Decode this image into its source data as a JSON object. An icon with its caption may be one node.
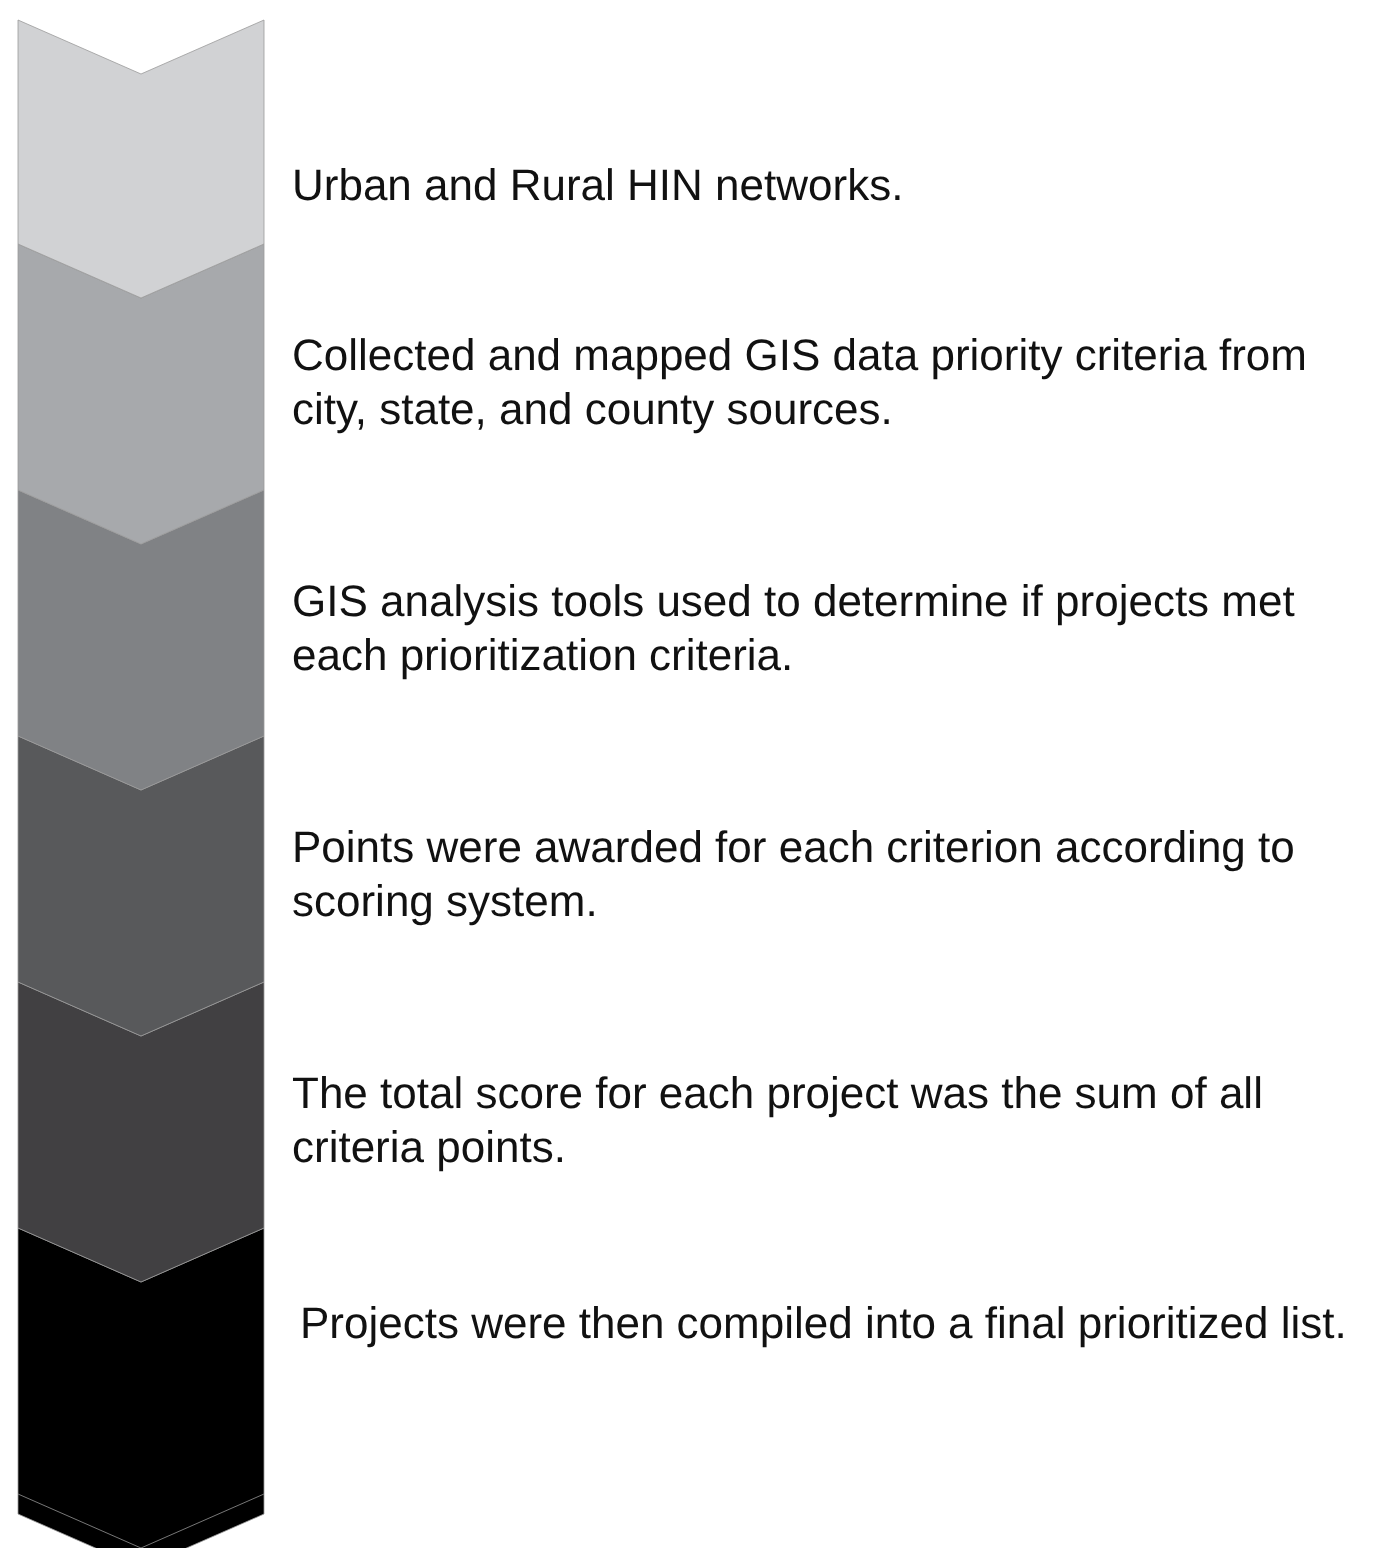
{
  "diagram": {
    "nodes": [
      {
        "text": [],
        "shape": "chevron",
        "beside": [
          "Urban and Rural HIN networks."
        ]
      },
      {
        "text": [],
        "shape": "chevron",
        "beside": [
          "Collected and mapped GIS data priority criteria from city, state, and county sources."
        ]
      },
      {
        "text": [],
        "shape": "chevron",
        "beside": [
          "GIS analysis tools used to determine if projects met each prioritization criteria."
        ]
      },
      {
        "text": [],
        "shape": "chevron",
        "beside": [
          "Points were awarded for each criterion according to scoring system."
        ]
      },
      {
        "text": [],
        "shape": "chevron",
        "beside": [
          "The total score for each project was the sum of all criteria points."
        ]
      },
      {
        "text": [],
        "shape": "chevron",
        "beside": [
          "Projects were then compiled into a final prioritized list."
        ]
      }
    ]
  }
}
